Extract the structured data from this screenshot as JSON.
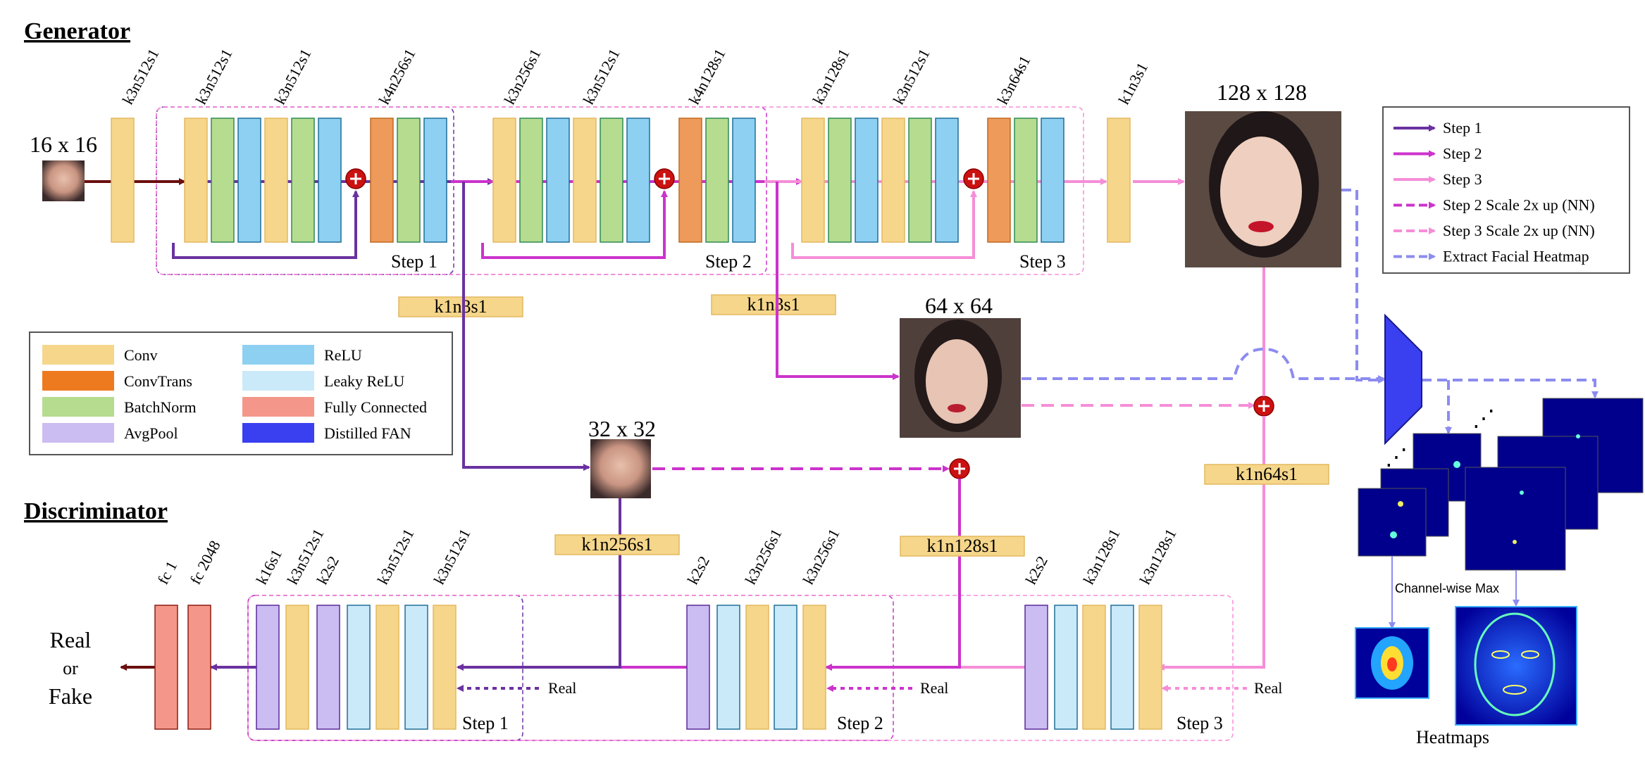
{
  "headers": {
    "generator": "Generator",
    "discriminator": "Discriminator"
  },
  "generator": {
    "input_size": "16 x 16",
    "first_conv": "k3n512s1",
    "step1_labels": [
      "k3n512s1",
      "k3n512s1",
      "k4n256s1"
    ],
    "step2_labels": [
      "k3n256s1",
      "k3n512s1",
      "k4n128s1"
    ],
    "step3_labels": [
      "k3n128s1",
      "k3n512s1",
      "k3n64s1"
    ],
    "last_conv": "k1n3s1",
    "step_labels": [
      "Step 1",
      "Step 2",
      "Step 3"
    ],
    "side_conv1": "k1n3s1",
    "side_conv2": "k1n3s1",
    "size_128": "128 x 128",
    "size_64": "64 x 64",
    "size_32": "32 x 32"
  },
  "legend_arrows": {
    "items": [
      {
        "label": "Step 1",
        "color": "#6a32a0",
        "dashed": false
      },
      {
        "label": "Step 2",
        "color": "#cc33cc",
        "dashed": false
      },
      {
        "label": "Step 3",
        "color": "#f58ed8",
        "dashed": false
      },
      {
        "label": "Step 2 Scale 2x up (NN)",
        "color": "#cc33cc",
        "dashed": true
      },
      {
        "label": "Step 3 Scale 2x up (NN)",
        "color": "#f58ed8",
        "dashed": true
      },
      {
        "label": "Extract Facial Heatmap",
        "color": "#8c8cf0",
        "dashed": true
      }
    ]
  },
  "legend_blocks": {
    "items": [
      {
        "label": "Conv",
        "color": "#f5d68a"
      },
      {
        "label": "ConvTrans",
        "color": "#ee7a1f"
      },
      {
        "label": "BatchNorm",
        "color": "#b6dc8f"
      },
      {
        "label": "AvgPool",
        "color": "#cbbcf2"
      },
      {
        "label": "ReLU",
        "color": "#8ed0f2"
      },
      {
        "label": "Leaky ReLU",
        "color": "#cbeaf9"
      },
      {
        "label": "Fully Connected",
        "color": "#f4978a"
      },
      {
        "label": "Distilled FAN",
        "color": "#3a3ff0"
      }
    ]
  },
  "discriminator": {
    "fc_labels": [
      "fc 1",
      "fc 2048"
    ],
    "step1_labels": [
      "k16s1",
      "k3n512s1",
      "k2s2",
      "k3n512s1",
      "k3n512s1"
    ],
    "step2_labels": [
      "k2s2",
      "k3n256s1",
      "k3n256s1"
    ],
    "step3_labels": [
      "k2s2",
      "k3n128s1",
      "k3n128s1"
    ],
    "side_conv1": "k1n256s1",
    "side_conv2": "k1n128s1",
    "side_conv3": "k1n64s1",
    "real_label": "Real",
    "output_line1": "Real",
    "output_line2": "or",
    "output_line3": "Fake",
    "step_labels": [
      "Step 1",
      "Step 2",
      "Step 3"
    ]
  },
  "heatmaps": {
    "channel_max": "Channel-wise Max",
    "caption": "Heatmaps"
  },
  "colors": {
    "step1": "#6a32a0",
    "step2": "#cc33cc",
    "step3": "#f58ed8",
    "heat": "#8c8cf0",
    "input_line": "#6b0f0f"
  }
}
